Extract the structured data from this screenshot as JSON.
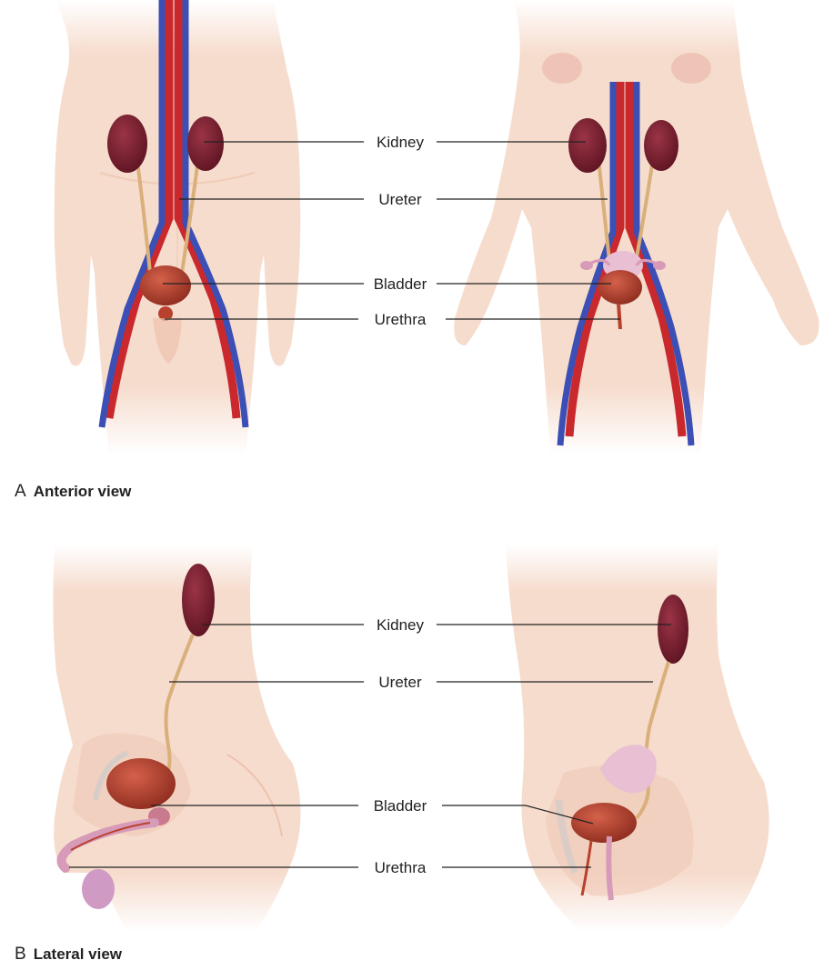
{
  "panels": [
    {
      "letter": "A",
      "title": "Anterior view",
      "labels": [
        "Kidney",
        "Ureter",
        "Bladder",
        "Urethra"
      ]
    },
    {
      "letter": "B",
      "title": "Lateral view",
      "labels": [
        "Kidney",
        "Ureter",
        "Bladder",
        "Urethra"
      ]
    }
  ],
  "colors": {
    "skin": "#f6dccd",
    "skin_shadow": "#eec2ad",
    "kidney": "#7a1f2e",
    "ureter": "#d9b07a",
    "bladder": "#b8412e",
    "artery": "#c9282d",
    "vein": "#3b4fb5",
    "reproductive": "#d79ab8",
    "leader_line": "#222222"
  }
}
